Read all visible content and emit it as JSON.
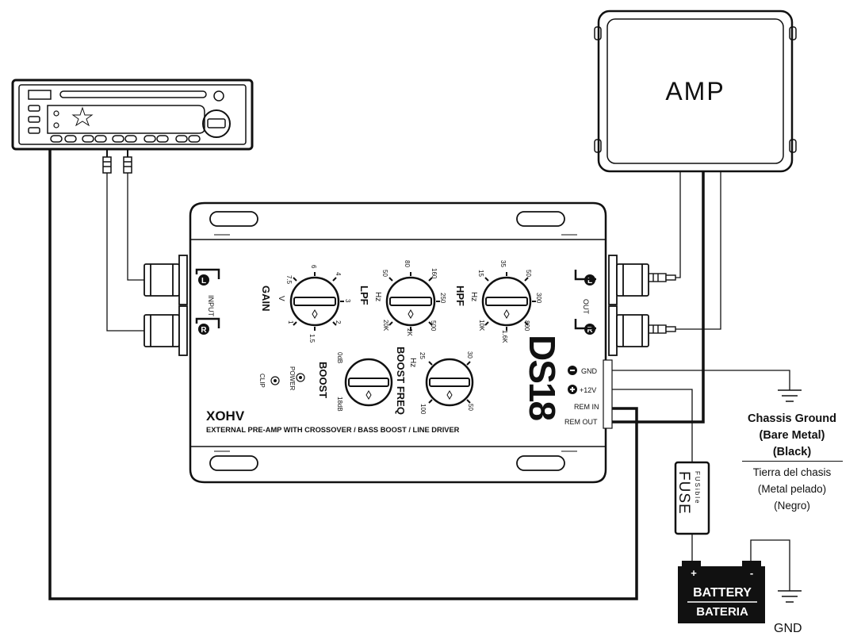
{
  "amp": {
    "label": "AMP"
  },
  "device": {
    "model": "XOHV",
    "subtitle": "EXTERNAL PRE-AMP WITH CROSSOVER / BASS BOOST / LINE DRIVER",
    "brand": "DS18",
    "input_label": "INPUT",
    "out_label": "OUT",
    "channel_l": "L",
    "channel_r": "R",
    "power_label": "POWER",
    "clip_label": "CLIP",
    "terminals": {
      "gnd": "GND",
      "plus12": "+12V",
      "rem_in": "REM IN",
      "rem_out": "REM OUT"
    },
    "knobs": {
      "gain": {
        "name": "GAIN",
        "unit": "V",
        "ticks": [
          "7.5",
          "6",
          "4",
          "3",
          "2",
          "1.5",
          "1"
        ]
      },
      "lpf": {
        "name": "LPF",
        "unit": "Hz",
        "ticks": [
          "50",
          "80",
          "160",
          "250",
          "500",
          "2K",
          "20K"
        ]
      },
      "hpf": {
        "name": "HPF",
        "unit": "Hz",
        "ticks": [
          "15",
          "35",
          "50",
          "300",
          "800",
          "1.6K",
          "10K"
        ]
      },
      "boost": {
        "name": "BOOST",
        "ticks": [
          "0dB",
          "18dB"
        ]
      },
      "boost_freq": {
        "name": "BOOST FREQ",
        "unit": "Hz",
        "ticks": [
          "25",
          "30",
          "50",
          "100"
        ]
      }
    }
  },
  "fuse": {
    "label": "FUSE",
    "label_es": "FUSible"
  },
  "battery": {
    "label": "BATTERY",
    "label_es": "BATERIA",
    "plus": "+",
    "minus": "-"
  },
  "ground": {
    "label": "GND",
    "chassis_en_1": "Chassis Ground",
    "chassis_en_2": "(Bare Metal)",
    "chassis_en_3": "(Black)",
    "chassis_es_1": "Tierra del chasis",
    "chassis_es_2": "(Metal pelado)",
    "chassis_es_3": "(Negro)"
  }
}
